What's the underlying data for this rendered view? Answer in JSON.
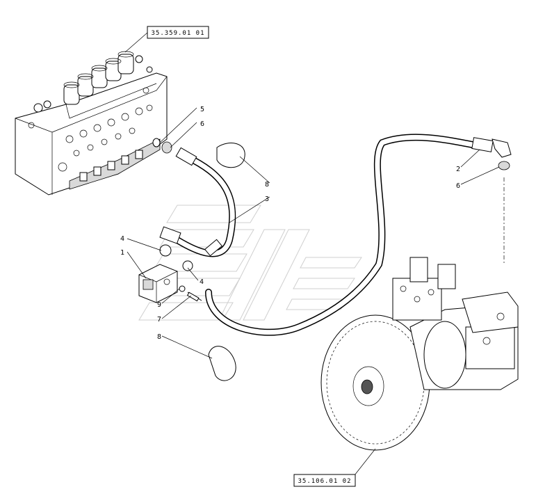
{
  "references": {
    "valve_block_ref": "35.359.01 01",
    "pump_engine_ref": "35.106.01 02"
  },
  "callouts": {
    "c1": "1",
    "c2": "2",
    "c3": "3",
    "c4a": "4",
    "c4b": "4",
    "c5": "5",
    "c6a": "6",
    "c6b": "6",
    "c7": "7",
    "c8a": "8",
    "c8b": "8",
    "c9": "9"
  }
}
